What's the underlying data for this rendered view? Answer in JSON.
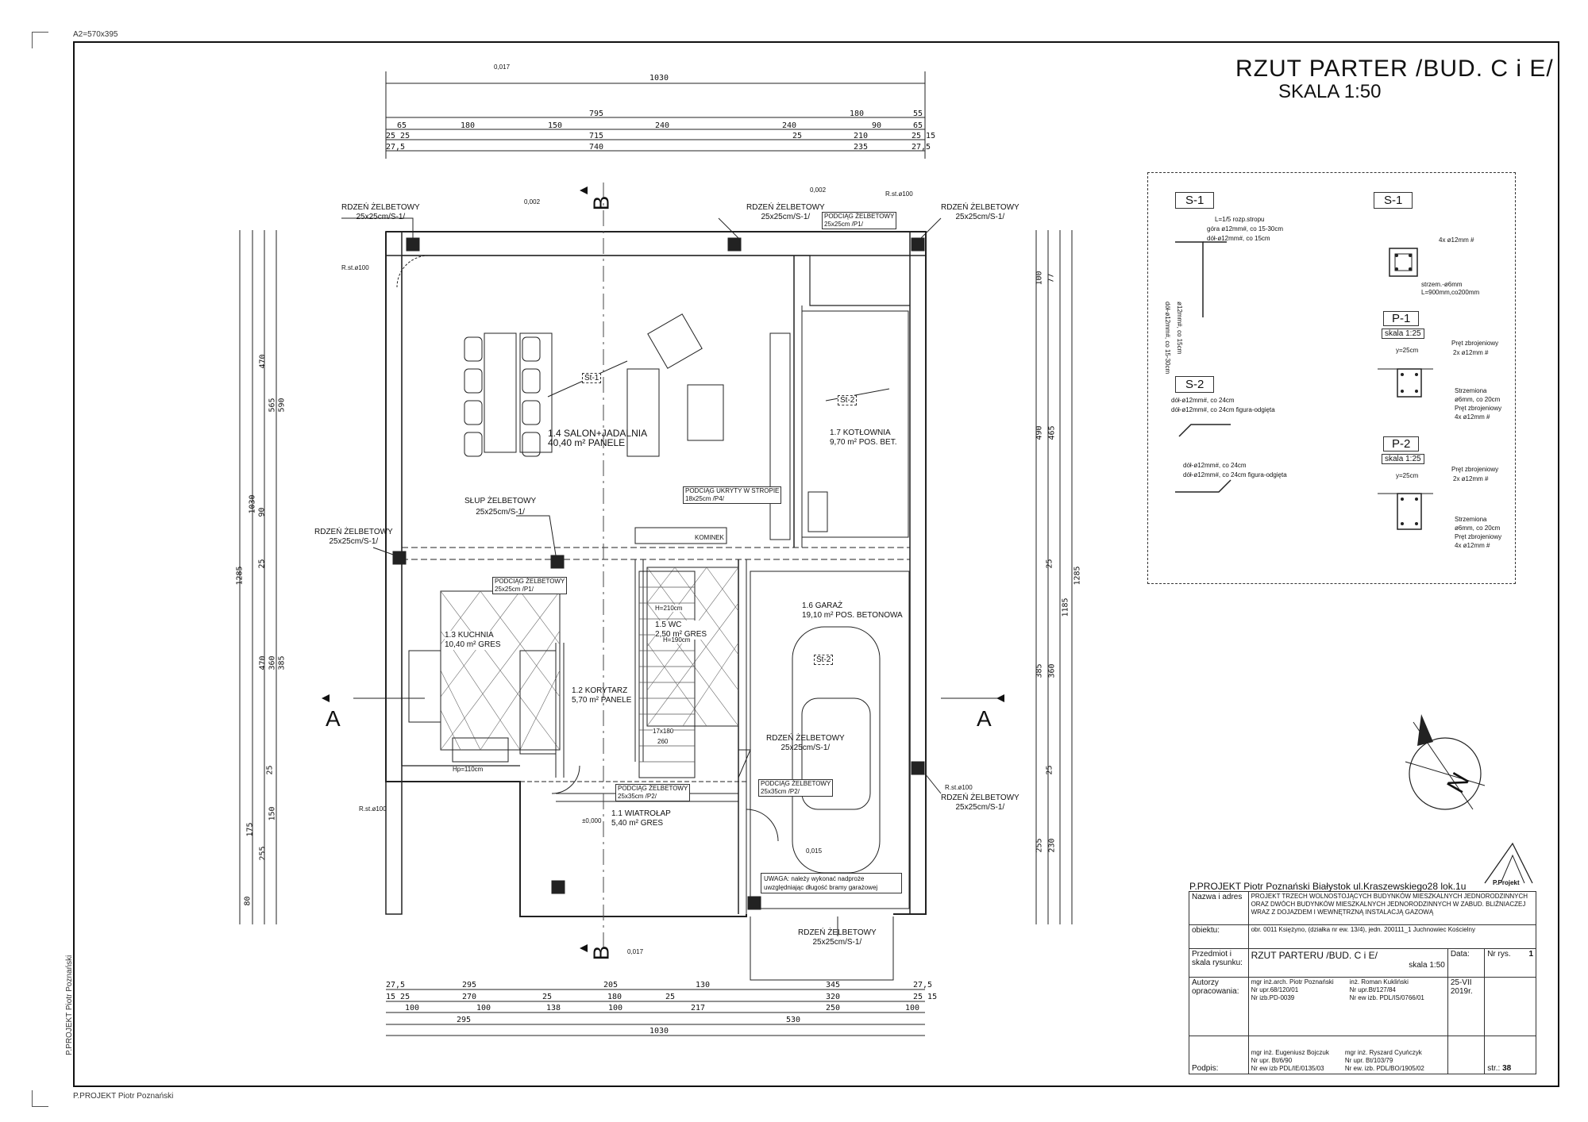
{
  "sheet": {
    "format": "A2=570x395",
    "author_vertical": "P.PROJEKT  Piotr Poznański",
    "author_footer": "P.PROJEKT  Piotr Poznański"
  },
  "drawing": {
    "title": "RZUT PARTER /BUD. C i E/",
    "scale": "SKALA 1:50"
  },
  "rooms": [
    {
      "num": "1.4",
      "name": "SALON+JADALNIA",
      "area": "40,40 m²",
      "floor": "PANELE"
    },
    {
      "num": "1.7",
      "name": "KOTŁOWNIA",
      "area": "9,70 m²",
      "floor": "POS. BET."
    },
    {
      "num": "1.3",
      "name": "KUCHNIA",
      "area": "10,40 m²",
      "floor": "GRES"
    },
    {
      "num": "1.2",
      "name": "KORYTARZ",
      "area": "5,70 m²",
      "floor": "PANELE"
    },
    {
      "num": "1.5",
      "name": "WC",
      "area": "2,50 m²",
      "floor": "GRES"
    },
    {
      "num": "1.6",
      "name": "GARAŻ",
      "area": "19,10 m²",
      "floor": "POS. BETONOWA"
    },
    {
      "num": "1.1",
      "name": "WIATROŁAP",
      "area": "5,40 m²",
      "floor": "GRES"
    }
  ],
  "annotations": {
    "rdzen": "RDZEŃ ŻELBETOWY",
    "rdzen_size": "25x25cm/S-1/",
    "slup": "SŁUP ŻELBETOWY",
    "slup_size": "25x25cm/S-1/",
    "podciag_p1": "PODCIĄG ŻELBETOWY",
    "podciag_p1_size": "25x25cm /P1/",
    "podciag_p2_size": "25x35cm /P2/",
    "podciag_p4": "PODCIĄG UKRYTY W STROPIE",
    "podciag_p4_size": "18x25cm /P4/",
    "komin": "KOMINEK",
    "rst": "R.st.ø100",
    "stairs": "17x180",
    "stairs2": "260",
    "hp": "Hp=110cm",
    "h1": "H=210cm",
    "h2": "H=190cm",
    "uwaga": "UWAGA: należy wykonać nadproże uwzględniając długość bramy garażowej",
    "section_a": "A",
    "section_b": "B",
    "st1": "St-1",
    "st2": "St-2",
    "ref017": "0,017",
    "ref002": "0,002",
    "ref015": "0,015",
    "ref000": "±0,000"
  },
  "dims_top": {
    "r1": [
      "1030"
    ],
    "r2": [
      "795",
      "180",
      "55"
    ],
    "r3": [
      "65",
      "180",
      "150",
      "240",
      "240",
      "90",
      "65"
    ],
    "r4": [
      "25 25",
      "715",
      "25",
      "210",
      "25 15"
    ],
    "r5": [
      "27,5",
      "740",
      "235",
      "27,5"
    ]
  },
  "dims_bottom": {
    "r1": [
      "27,5",
      "295",
      "205",
      "130",
      "345",
      "27,5"
    ],
    "r2": [
      "15 25",
      "270",
      "25",
      "180",
      "25",
      "320",
      "25 15"
    ],
    "r3": [
      "100",
      "100",
      "138",
      "100",
      "217",
      "250",
      "100"
    ],
    "r4": [
      "295",
      "530"
    ],
    "r5": [
      "1030"
    ]
  },
  "dims_left": [
    "1285",
    "1030",
    "470",
    "565",
    "590",
    "90",
    "25",
    "470",
    "360",
    "385",
    "255",
    "175",
    "150",
    "25",
    "80"
  ],
  "dims_right": [
    "1285",
    "1185",
    "490",
    "465",
    "25",
    "385",
    "360",
    "255",
    "230",
    "25",
    "100",
    "77"
  ],
  "legend": {
    "s1_label": "S-1",
    "s1_label2": "S-1",
    "s2_label": "S-2",
    "s1_t1": "L=1/5 rozp.stropu",
    "s1_t2": "góra ø12mm#, co 15-30cm",
    "s1_t3": "dół-ø12mm#, co 15cm",
    "s1_t4": "dół-ø12mm#, co 15-30cm",
    "s1_t5": "ø12mm#, co 15cm",
    "s1r_t1": "4x ø12mm #",
    "s1r_t2": "strzem.-ø6mm",
    "s1r_t3": "L=900mm,co200mm",
    "s2_t1": "dół-ø12mm#, co 24cm",
    "s2_t2": "dół-ø12mm#, co 24cm figura-odgięta",
    "s2_t3": "dół-ø12mm#, co 24cm",
    "s2_t4": "dół-ø12mm#, co 24cm figura-odgięta",
    "p1_label": "P-1",
    "p1_scale": "skala 1:25",
    "p2_label": "P-2",
    "p2_scale": "skala 1:25",
    "pret": "Pręt zbrojeniowy",
    "pret_top": "2x ø12mm #",
    "strzem": "Strzemiona",
    "strzem2": "ø6mm, co 20cm",
    "pret_bot": "4x ø12mm #",
    "y25": "y=25cm"
  },
  "titleblock": {
    "company": "P.PROJEKT  Piotr Poznański   Białystok ul.Kraszewskiego28 lok.1u",
    "nazwa_label": "Nazwa i adres",
    "nazwa": "PROJEKT TRZECH WOLNOSTOJĄCYCH BUDYNKÓW MIESZKALNYCH JEDNORODZINNYCH ORAZ DWÓCH BUDYNKÓW MIESZKALNYCH JEDNORODZINNYCH W ZABUD. BLIŹNIACZEJ WRAZ Z DOJAZDEM I WEWNĘTRZNĄ INSTALACJĄ GAZOWĄ",
    "obiekt_label": "obiektu:",
    "obiekt": "obr. 0011 Księżyno, (działka nr ew. 13/4), jedn. 200111_1 Juchnowiec Kościelny",
    "przedmiot_label": "Przedmiot i skala rysunku:",
    "przedmiot": "RZUT PARTERU /BUD. C i E/",
    "skala": "skala 1:50",
    "data_label": "Data:",
    "nr_label": "Nr rys.",
    "nr": "1",
    "autorzy_label": "Autorzy opracowania:",
    "a1_name": "mgr inż.arch. Piotr Poznański",
    "a1_l2": "Nr upr.68/120/01",
    "a1_l3": "Nr izb.PD-0039",
    "a2_name": "inż. Roman Kukliński",
    "a2_l2": "Nr upr.Bt/127/84",
    "a2_l3": "Nr ew izb. PDL/IS/0766/01",
    "date": "25-VII 2019r.",
    "podpis_label": "Podpis:",
    "b1_name": "mgr inż. Eugeniusz Bojczuk",
    "b1_l2": "Nr upr. Bt/6/90",
    "b1_l3": "Nr ew izb PDL/IE/0135/03",
    "b2_name": "mgr inż. Ryszard Cyuńczyk",
    "b2_l2": "Nr upr. Bt/103/79",
    "b2_l3": "Nr ew. izb. PDL/BO/1905/02",
    "str_label": "str.:",
    "str": "38",
    "logo": "P.Projekt"
  },
  "compass": {
    "letter": "N"
  }
}
